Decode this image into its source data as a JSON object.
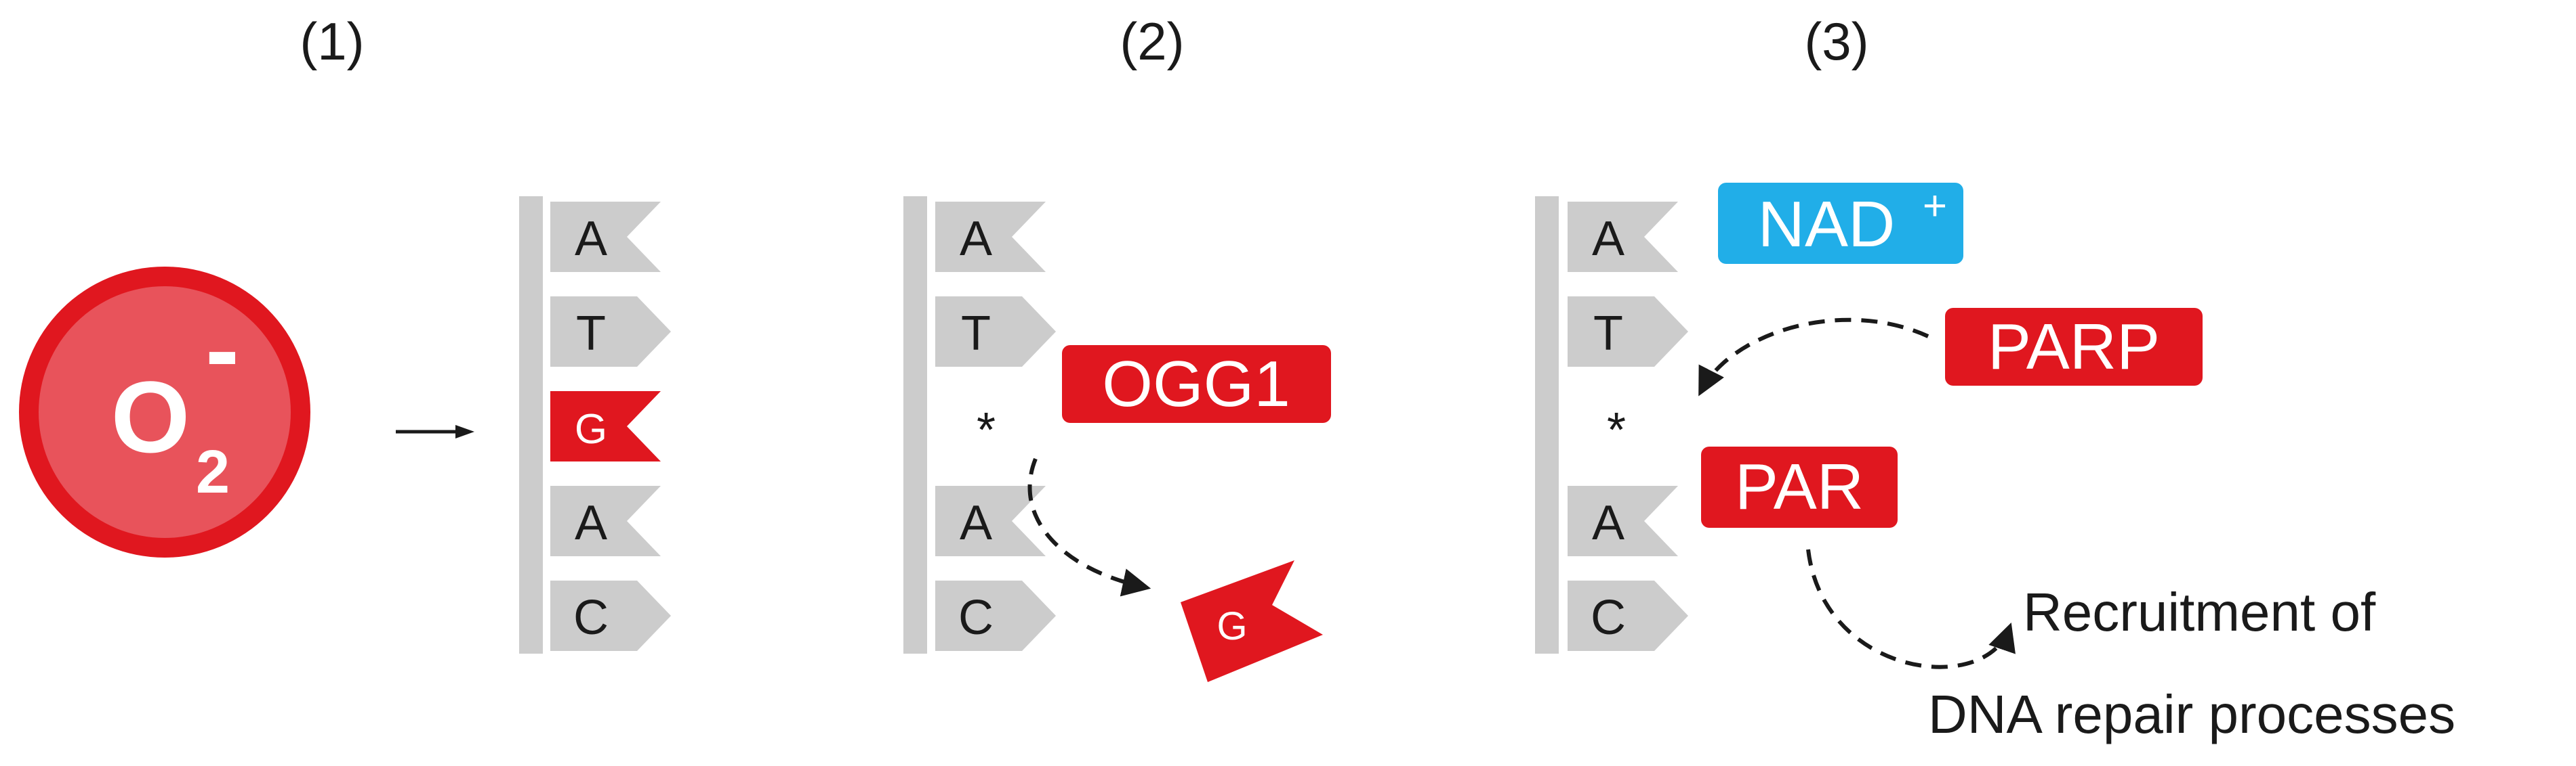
{
  "panels": [
    {
      "label": "(1)",
      "bases": [
        "A",
        "T",
        "G",
        "A",
        "C"
      ],
      "highlighted_index": 2
    },
    {
      "label": "(2)",
      "bases": [
        "A",
        "T",
        "*",
        "A",
        "C"
      ],
      "enzyme": "OGG1",
      "excised_base": "G"
    },
    {
      "label": "(3)",
      "bases": [
        "A",
        "T",
        "*",
        "A",
        "C"
      ],
      "cofactor": "NAD",
      "cofactor_sup": "+",
      "enzyme": "PARP",
      "product": "PAR",
      "outcome_line1": "Recruitment of",
      "outcome_line2": "DNA repair processes"
    }
  ],
  "superoxide": {
    "symbol": "O",
    "subscript": "2",
    "charge": "-"
  },
  "colors": {
    "red": "#e0171f",
    "red_light": "#e8535b",
    "grey": "#cccccc",
    "blue": "#21aee8",
    "text": "#1a1a1a",
    "white": "#ffffff"
  },
  "icons": {
    "arrow": "right-arrow-icon",
    "dashed_arrow": "dashed-curved-arrow-icon"
  }
}
